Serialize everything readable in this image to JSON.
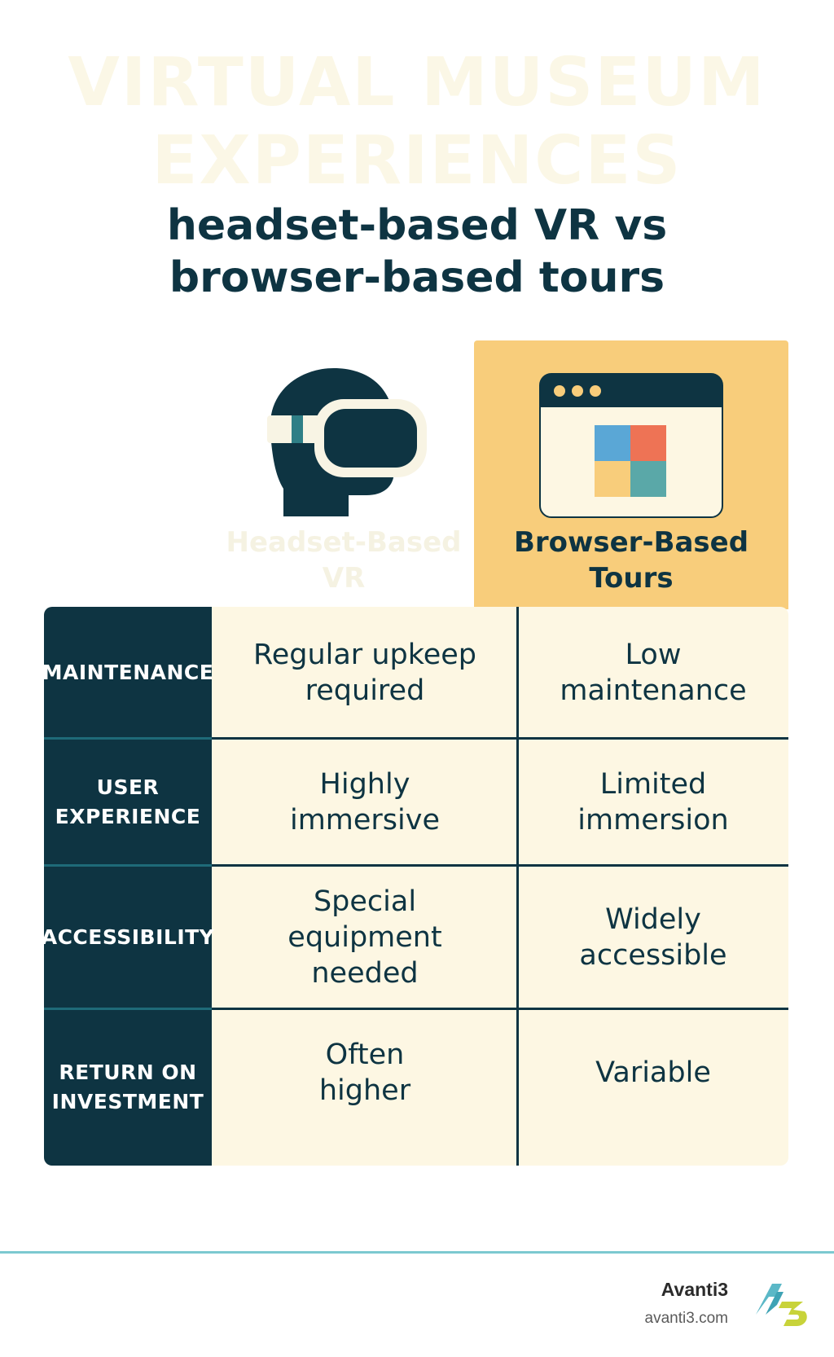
{
  "title": {
    "line1": "VIRTUAL MUSEUM",
    "line2": "EXPERIENCES"
  },
  "subtitle": {
    "line1": "headset-based VR vs",
    "line2": "browser-based tours"
  },
  "columns": {
    "vr": {
      "line1": "Headset-Based",
      "line2": "VR",
      "icon": "vr-headset-icon"
    },
    "browser": {
      "line1": "Browser-Based",
      "line2": "Tours",
      "icon": "browser-window-icon"
    }
  },
  "rows": [
    {
      "label": [
        "MAINTENANCE"
      ],
      "vr": [
        "Regular upkeep",
        "required"
      ],
      "browser": [
        "Low maintenance"
      ]
    },
    {
      "label": [
        "USER",
        "EXPERIENCE"
      ],
      "vr": [
        "Highly",
        "immersive"
      ],
      "browser": [
        "Limited",
        "immersion"
      ]
    },
    {
      "label": [
        "ACCESSIBILITY"
      ],
      "vr": [
        "Special",
        "equipment",
        "needed"
      ],
      "browser": [
        "Widely",
        "accessible"
      ]
    },
    {
      "label": [
        "RETURN ON",
        "INVESTMENT"
      ],
      "vr": [
        "Often",
        "higher"
      ],
      "browser": [
        "Variable"
      ]
    }
  ],
  "footer": {
    "brand": "Avanti3",
    "url": "avanti3.com",
    "logo_icon": "avanti3-logo-icon"
  },
  "colors": {
    "navy": "#0e3442",
    "cream": "#fdf7e3",
    "gold": "#f8cd7b",
    "teal": "#7cc9d0"
  }
}
